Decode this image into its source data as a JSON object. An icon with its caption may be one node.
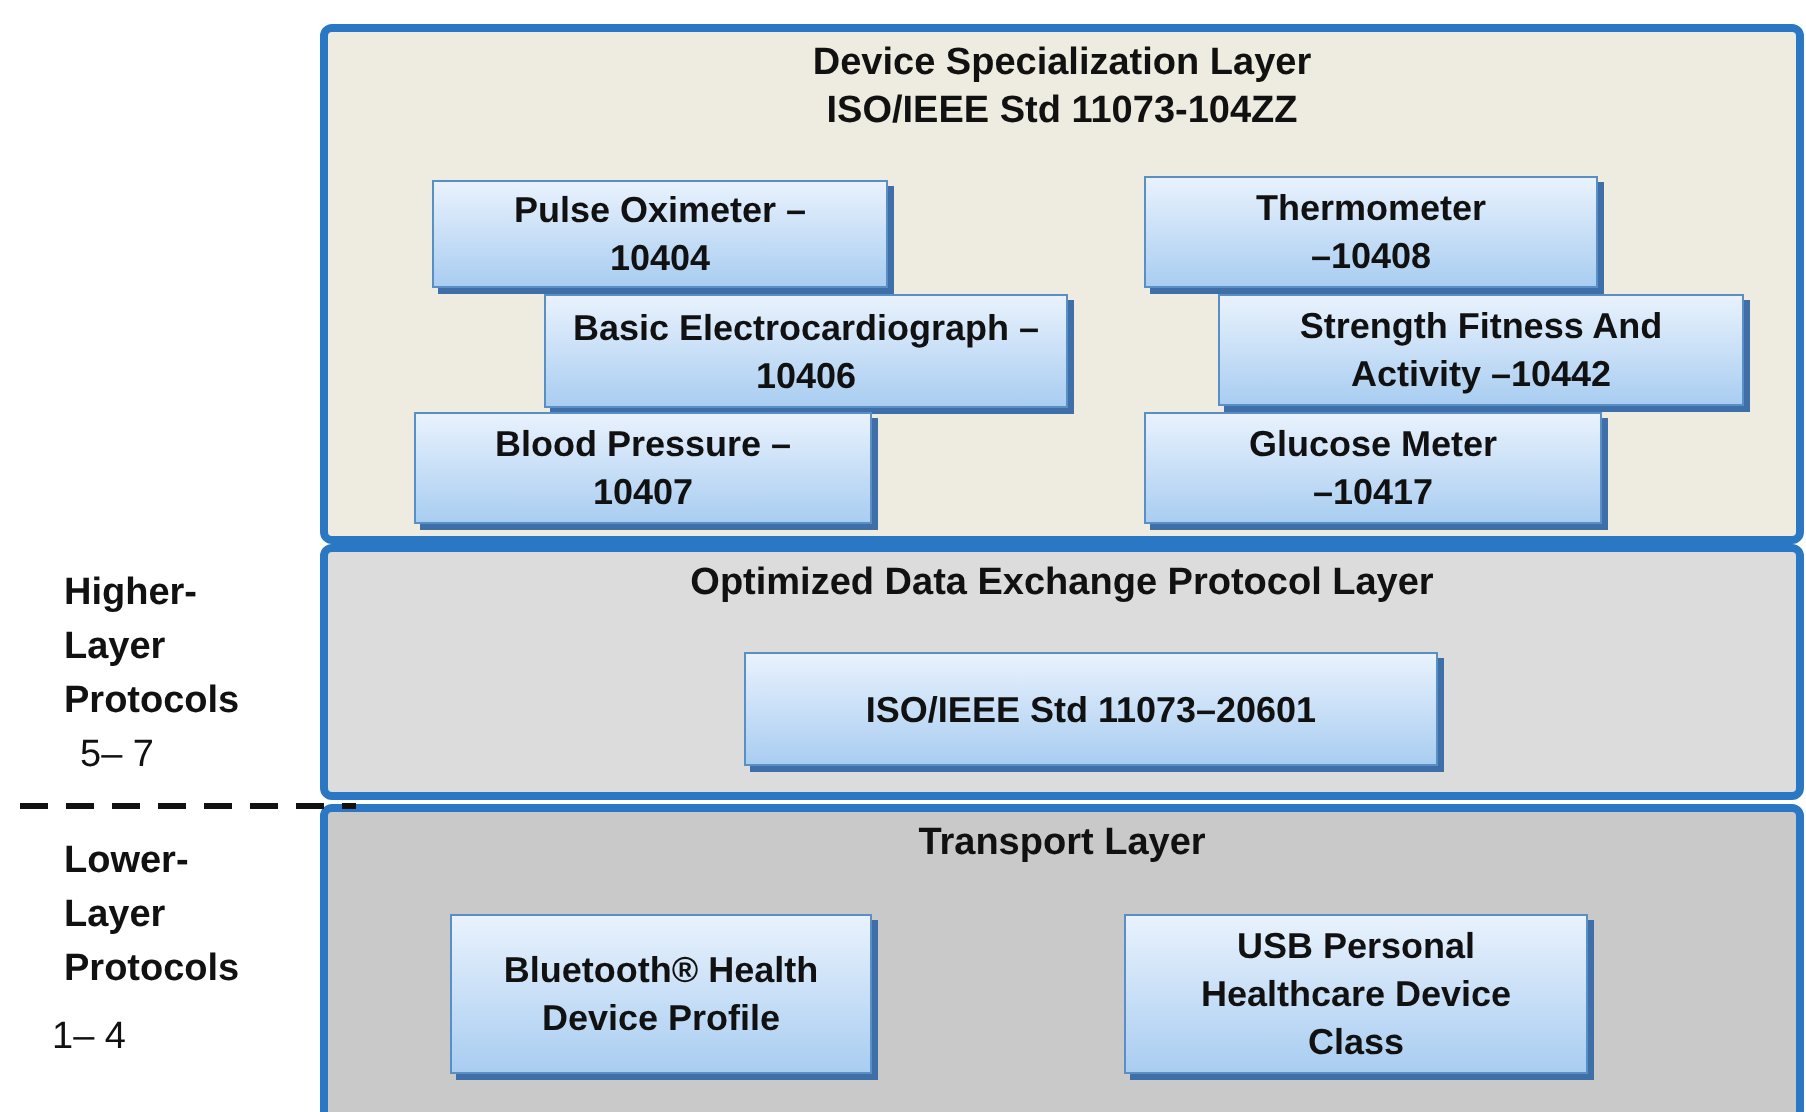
{
  "diagram": {
    "nodes": [
      {
        "text": [
          "Device Specialization Layer ISO/IEEE Std 11073-104ZZ"
        ]
      },
      {
        "text": [
          "Pulse Oximeter –10404"
        ],
        "in": 0
      },
      {
        "text": [
          "Basic Electrocardiograph –10406"
        ],
        "in": 0
      },
      {
        "text": [
          "Blood Pressure –10407"
        ],
        "in": 0
      },
      {
        "text": [
          "Thermometer –10408"
        ],
        "in": 0
      },
      {
        "text": [
          "Strength Fitness And Activity –10442"
        ],
        "in": 0
      },
      {
        "text": [
          "Glucose Meter –10417"
        ],
        "in": 0
      },
      {
        "text": [
          "Optimized Data Exchange Protocol Layer"
        ]
      },
      {
        "text": [
          "ISO/IEEE Std 11073–20601"
        ],
        "in": 7
      },
      {
        "text": [
          "Transport Layer"
        ]
      },
      {
        "text": [
          "Bluetooth® Health Device Profile"
        ],
        "in": 9
      },
      {
        "text": [
          "USB Personal Healthcare Device Class"
        ],
        "in": 9
      }
    ],
    "labels": [
      "Higher-Layer Protocols",
      "5– 7",
      "Lower-Layer Protocols",
      "1– 4"
    ]
  }
}
